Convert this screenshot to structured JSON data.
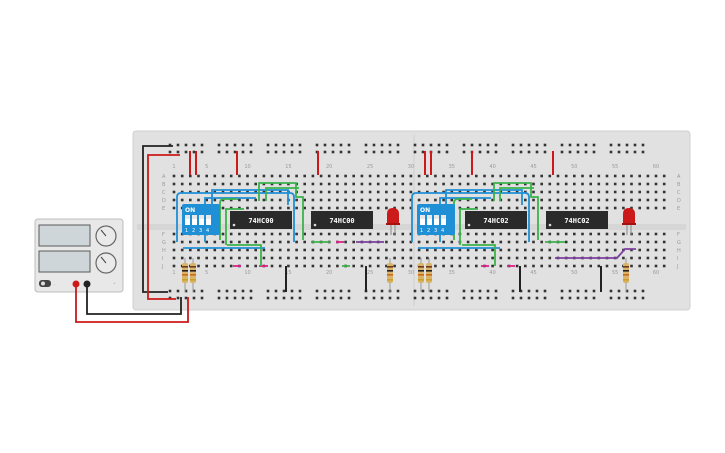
{
  "breadboard": {
    "column_numbers": [
      "1",
      "5",
      "10",
      "15",
      "20",
      "25",
      "30",
      "35",
      "40",
      "45",
      "50",
      "55",
      "60"
    ],
    "row_letters_top": [
      "A",
      "B",
      "C",
      "D",
      "E"
    ],
    "row_letters_bottom": [
      "F",
      "G",
      "H",
      "I",
      "J"
    ]
  },
  "chips": [
    {
      "label": "74HC00"
    },
    {
      "label": "74HC00"
    },
    {
      "label": "74HC02"
    },
    {
      "label": "74HC02"
    }
  ],
  "dip_switches": [
    {
      "on_label": "ON",
      "numbers": [
        "1",
        "2",
        "3",
        "4"
      ]
    },
    {
      "on_label": "ON",
      "numbers": [
        "1",
        "2",
        "3",
        "4"
      ]
    }
  ],
  "power_supply": {
    "labels": [
      "-",
      "+"
    ]
  },
  "colors": {
    "board": "#e3e3e3",
    "hole": "#2b2b2b",
    "rail_red": "#d42020",
    "rail_black": "#222222",
    "wire_blue": "#1f8fd6",
    "wire_green": "#3bb34a",
    "wire_purple": "#7b3fa0",
    "wire_pink": "#e0208a",
    "dip_blue": "#1f8fd6",
    "chip_body": "#2a2a2a",
    "led_red": "#cc1a1a"
  }
}
